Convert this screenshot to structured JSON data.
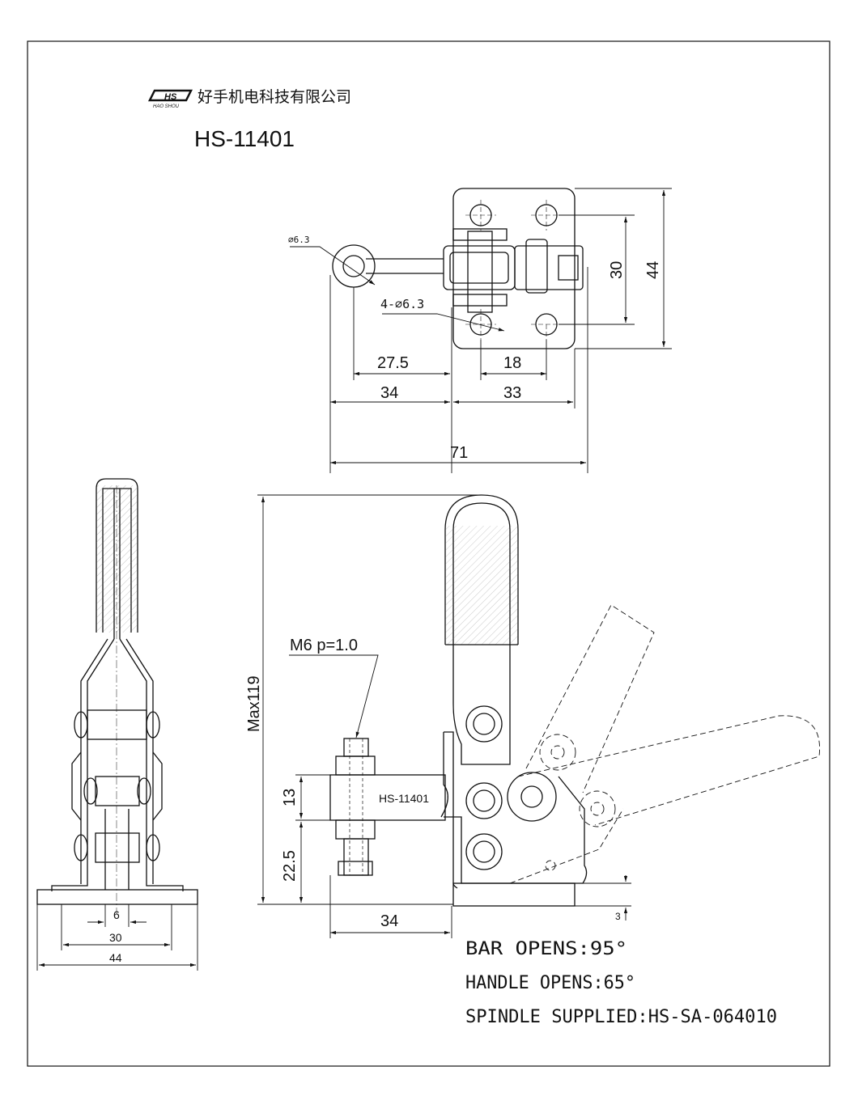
{
  "brand": {
    "logo_text": "HS",
    "logo_subtext": "HAO SHOU",
    "company_name": "好手机电科技有限公司"
  },
  "title": "HS-11401",
  "top_view": {
    "dim_hole": "∅6.3",
    "dim_holes": "4-∅6.3",
    "dim_27_5": "27.5",
    "dim_18": "18",
    "dim_34": "34",
    "dim_33": "33",
    "dim_71": "71",
    "dim_30": "30",
    "dim_44": "44"
  },
  "front_view": {
    "dim_6": "6",
    "dim_30": "30",
    "dim_44": "44"
  },
  "side_view": {
    "thread_label": "M6 p=1.0",
    "part_label": "HS-11401",
    "dim_max": "Max119",
    "dim_13": "13",
    "dim_22_5": "22.5",
    "dim_34": "34",
    "dim_3": "3"
  },
  "notes": [
    "BAR OPENS:95°",
    "HANDLE OPENS:65°",
    "SPINDLE SUPPLIED:HS-SA-064010"
  ],
  "colors": {
    "line": "#111111",
    "background": "#ffffff",
    "hatch": "#555555"
  }
}
